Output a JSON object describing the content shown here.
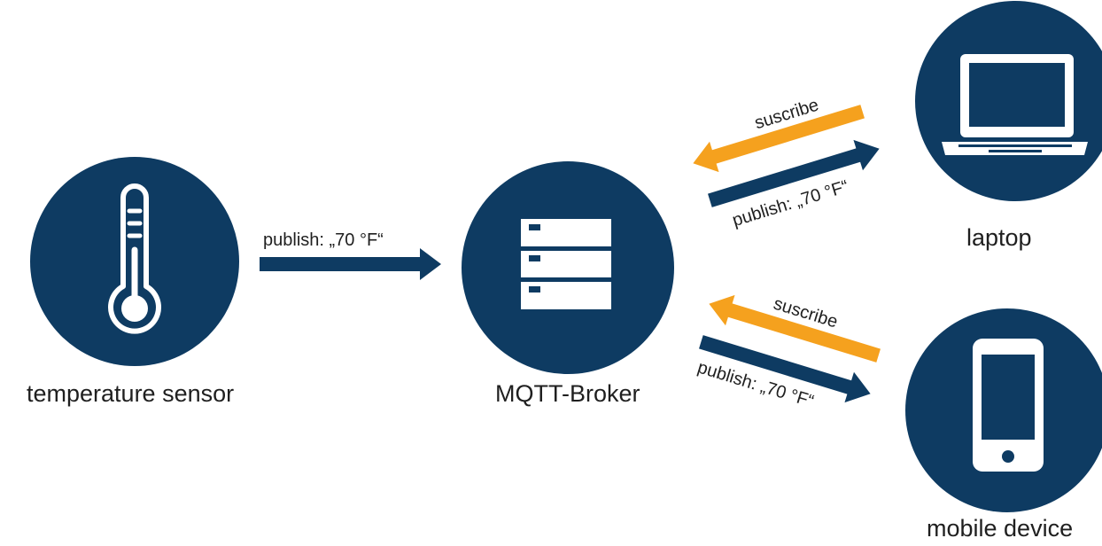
{
  "colors": {
    "node": "#0e3b62",
    "publish_arrow": "#0e3b62",
    "subscribe_arrow": "#f5a11e",
    "icon": "#ffffff"
  },
  "nodes": {
    "sensor": {
      "label": "temperature sensor",
      "icon": "thermometer-icon"
    },
    "broker": {
      "label": "MQTT-Broker",
      "icon": "server-icon"
    },
    "laptop": {
      "label": "laptop",
      "icon": "laptop-icon"
    },
    "mobile": {
      "label": "mobile device",
      "icon": "smartphone-icon"
    }
  },
  "edges": {
    "sensor_to_broker": {
      "label": "publish: „70 °F“"
    },
    "laptop_subscribe": {
      "label": "suscribe"
    },
    "broker_to_laptop": {
      "label": "publish: „70 °F“"
    },
    "mobile_subscribe": {
      "label": "suscribe"
    },
    "broker_to_mobile": {
      "label": "publish: „70 °F“"
    }
  }
}
